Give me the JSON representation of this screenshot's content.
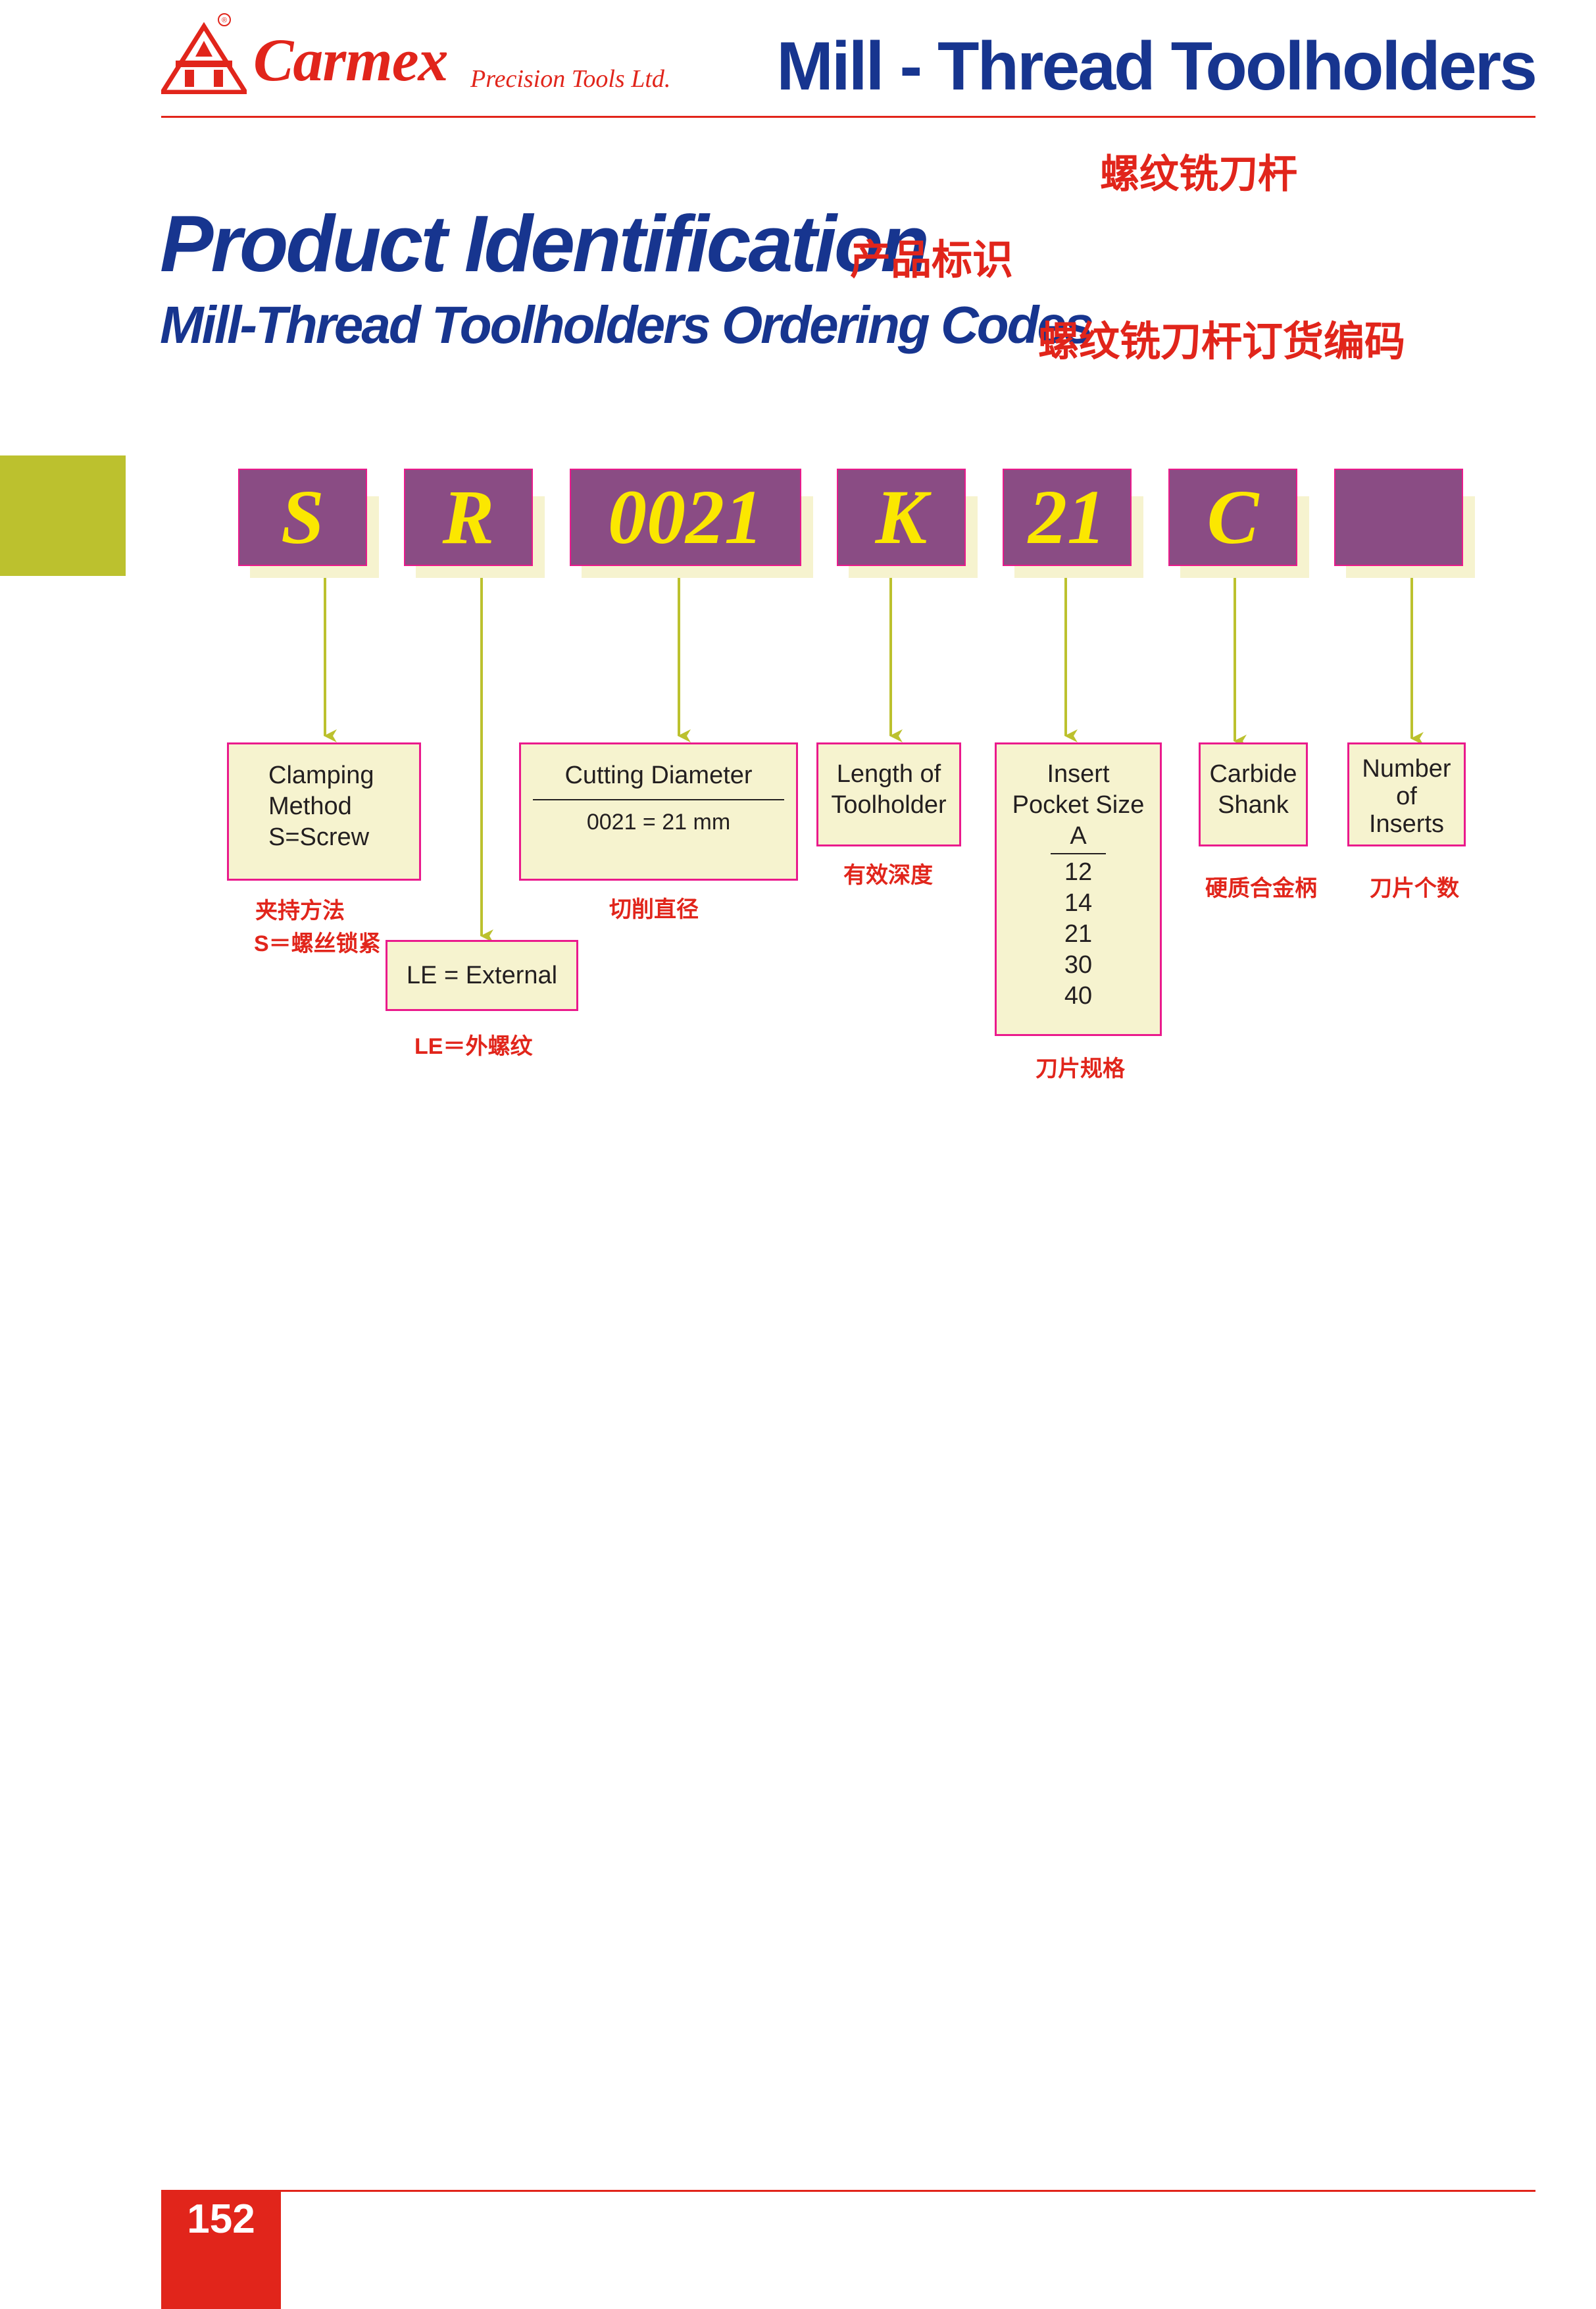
{
  "header": {
    "brand_name": "Carmex",
    "brand_sub": "Precision Tools Ltd.",
    "brand_mark": "®",
    "page_title": "Mill - Thread Toolholders",
    "page_title_cn": "螺纹铣刀杆"
  },
  "headings": {
    "title": "Product Identification",
    "title_cn": "产品标识",
    "subtitle": "Mill-Thread Toolholders Ordering Codes",
    "subtitle_cn": "螺纹铣刀杆订货编码"
  },
  "codes": [
    "S",
    "R",
    "0021",
    "K",
    "21",
    "C",
    ""
  ],
  "descriptions": {
    "clamping": {
      "lines": [
        "Clamping",
        "Method",
        "S=Screw"
      ],
      "cn": [
        "夹持方法",
        "S＝螺丝锁紧"
      ]
    },
    "external": {
      "label": "LE = External",
      "cn": "LE＝外螺纹"
    },
    "diameter": {
      "label": "Cutting Diameter",
      "value": "0021 = 21 mm",
      "cn": "切削直径"
    },
    "length": {
      "lines": [
        "Length of",
        "Toolholder"
      ],
      "cn": "有效深度"
    },
    "pocket": {
      "lines": [
        "Insert",
        "Pocket Size"
      ],
      "header": "A",
      "values": [
        "12",
        "14",
        "21",
        "30",
        "40"
      ],
      "cn": "刀片规格"
    },
    "shank": {
      "lines": [
        "Carbide",
        "Shank"
      ],
      "cn": "硬质合金柄"
    },
    "inserts": {
      "lines": [
        "Number",
        "of",
        "Inserts"
      ],
      "cn": "刀片个数"
    }
  },
  "footer": {
    "page_number": "152"
  },
  "colors": {
    "brand_red": "#e1251b",
    "title_blue": "#17358f",
    "code_purple": "#8a4c84",
    "code_yellow": "#fbe700",
    "box_fill": "#f6f3cf",
    "box_border": "#ea1a8c",
    "arrow_green": "#bcc12e"
  }
}
